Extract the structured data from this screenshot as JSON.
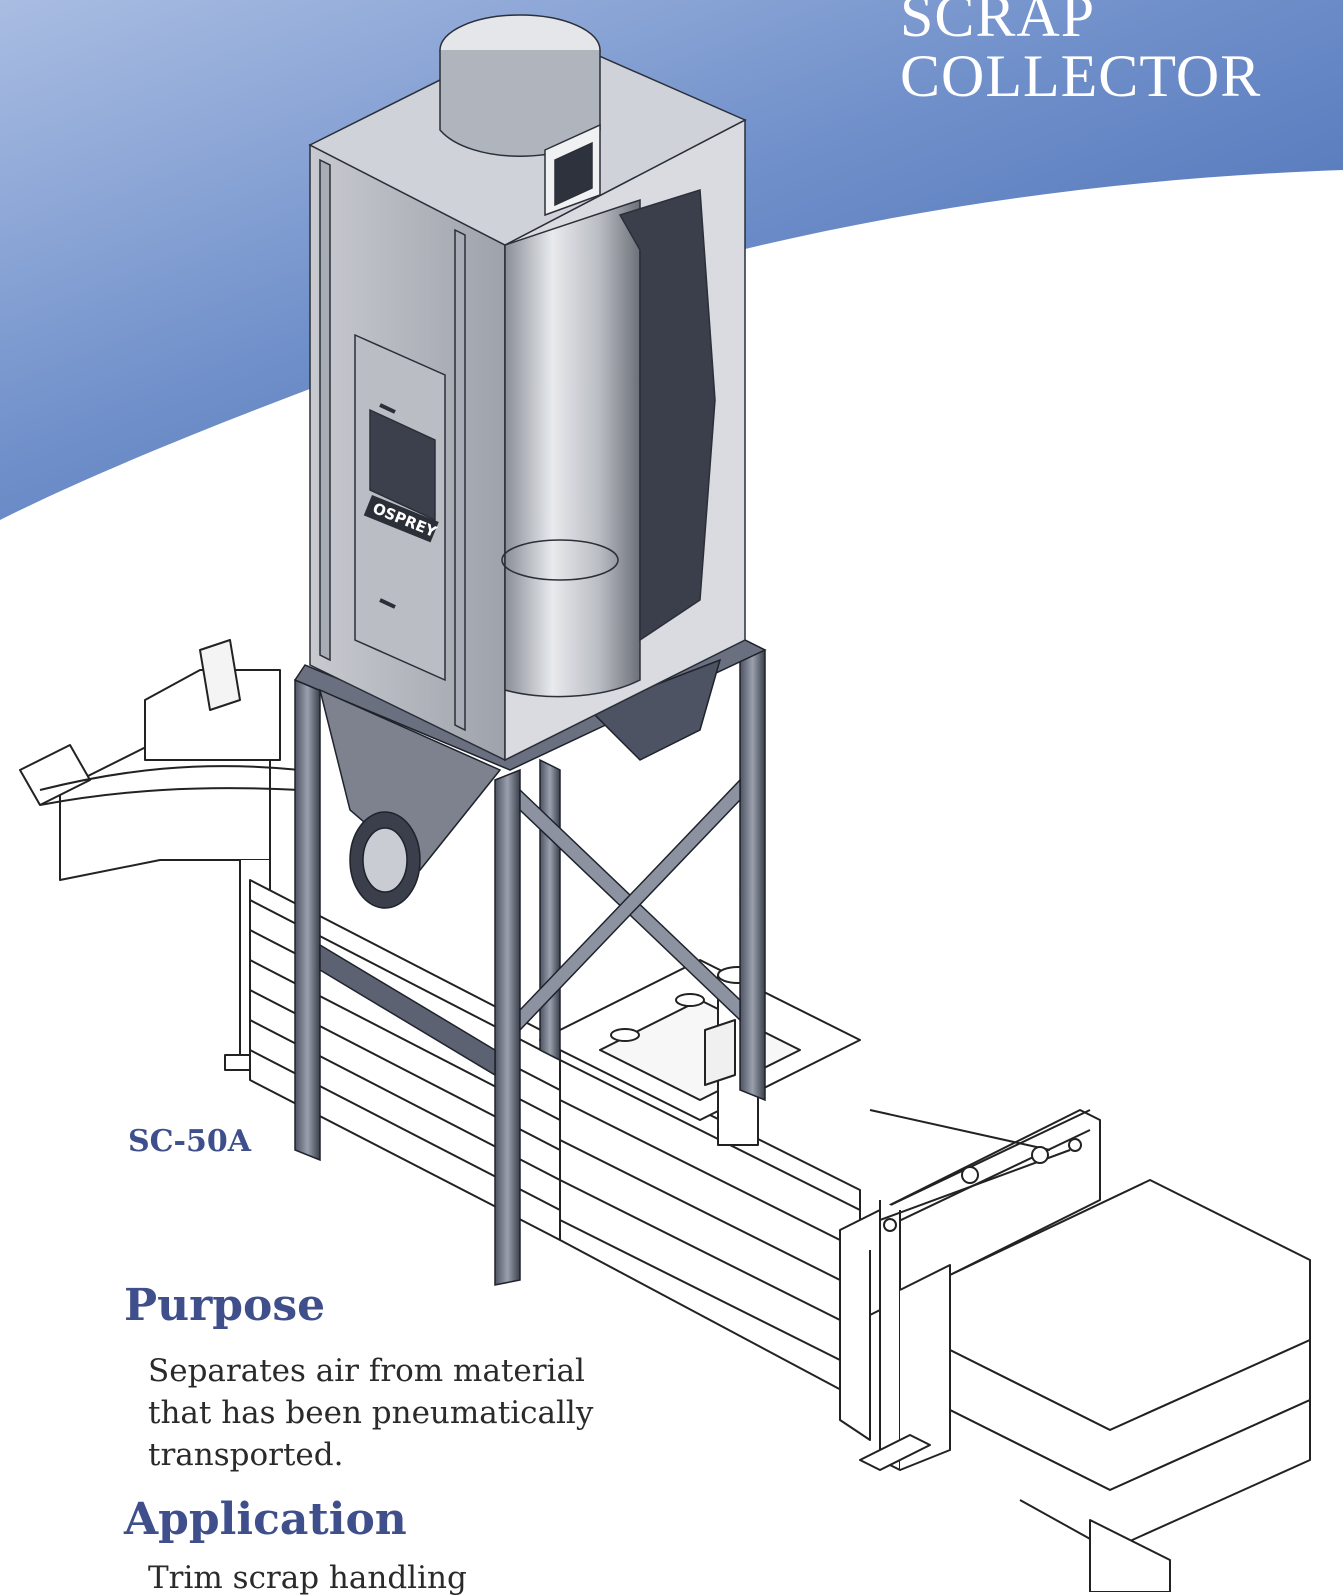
{
  "title": {
    "line1": "SCRAP",
    "line2": "COLLECTOR"
  },
  "model": "SC-50A",
  "purpose": {
    "heading": "Purpose",
    "text": "Separates air from material that has been pneumatically transported."
  },
  "application": {
    "heading": "Application",
    "text_partial": "Trim scrap handling"
  },
  "machine_brand": "OSPREY",
  "colors": {
    "banner_blue": "#4a6db3",
    "heading_blue": "#3e4f8c",
    "text": "#2a2a2a"
  }
}
